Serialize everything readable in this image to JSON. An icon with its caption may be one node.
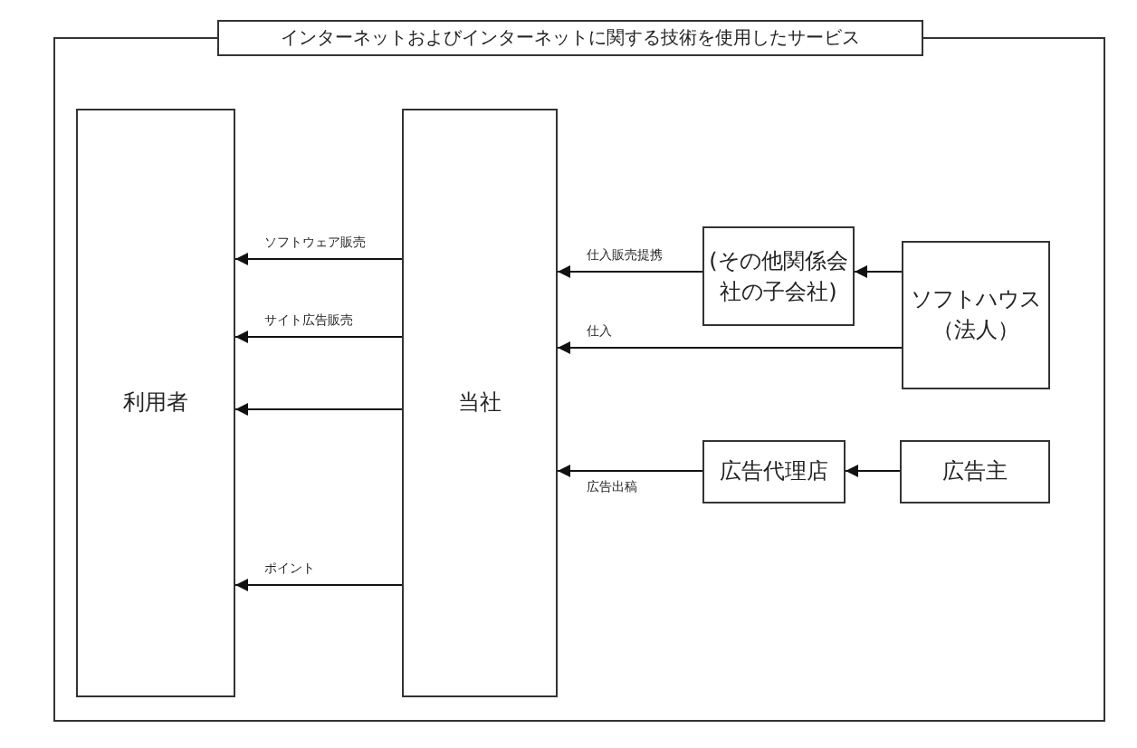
{
  "diagram": {
    "title": "インターネットおよびインターネットに関する技術を使用したサービス",
    "nodes": [
      {
        "text": [
          "利用者"
        ]
      },
      {
        "text": [
          "当社"
        ]
      },
      {
        "text": [
          "(その他関係会社の子会社)"
        ]
      },
      {
        "text": [
          "ソフトハウス（法人）"
        ]
      },
      {
        "text": [
          "広告代理店"
        ]
      },
      {
        "text": [
          "広告主"
        ]
      }
    ],
    "edges": [
      {
        "from": 1,
        "to": 0,
        "arrow": "to",
        "label": "ソフトウェア販売"
      },
      {
        "from": 1,
        "to": 0,
        "arrow": "to",
        "label": "サイト広告販売"
      },
      {
        "from": 1,
        "to": 0,
        "arrow": "to"
      },
      {
        "from": 1,
        "to": 0,
        "arrow": "to",
        "label": "ポイント"
      },
      {
        "from": 2,
        "to": 1,
        "arrow": "to",
        "label": "仕入販売提携"
      },
      {
        "from": 3,
        "to": 1,
        "arrow": "to",
        "label": "仕入"
      },
      {
        "from": 4,
        "to": 1,
        "arrow": "to",
        "label": "広告出稿"
      },
      {
        "from": 3,
        "to": 2,
        "arrow": "to"
      },
      {
        "from": 5,
        "to": 4,
        "arrow": "to"
      }
    ]
  }
}
